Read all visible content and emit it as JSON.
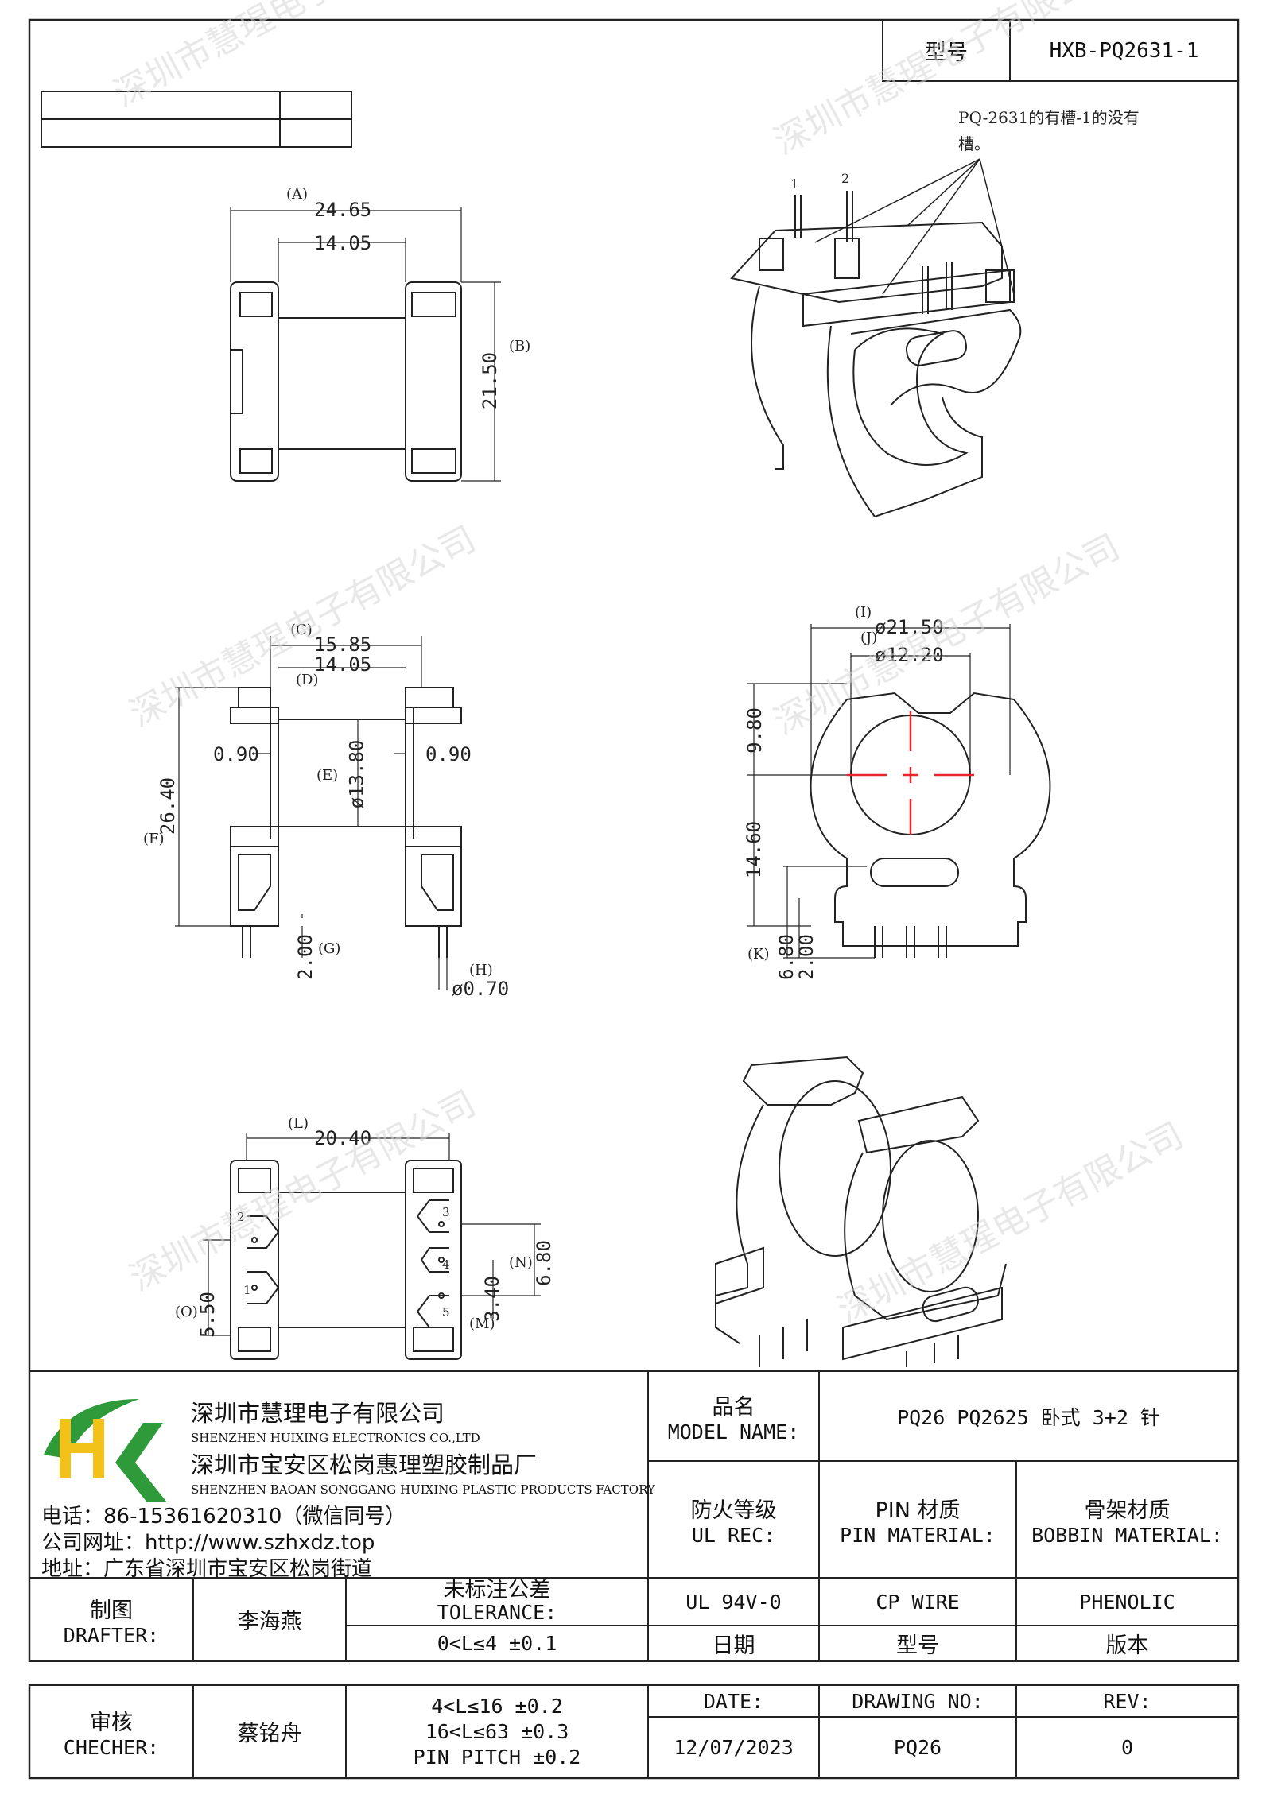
{
  "header": {
    "type_label": "型号",
    "type_value": "HXB-PQ2631-1"
  },
  "note": {
    "line1": "PQ-2631的有槽-1的没有",
    "line2": "槽。"
  },
  "dims": {
    "A": "(A)",
    "A_val": "24.65",
    "d1": "14.05",
    "B": "(B)",
    "B_val": "21.50",
    "C": "(C)",
    "C_val": "15.85",
    "D": "(D)",
    "D_val": "14.05",
    "left_090": "0.90",
    "right_090": "0.90",
    "E": "(E)",
    "E_val": "ø13.80",
    "F": "(F)",
    "F_val": "26.40",
    "G": "(G)",
    "G_val": "2.00",
    "H": "(H)",
    "H_val": "ø0.70",
    "I": "(I)",
    "I_val": "ø21.50",
    "J": "(J)",
    "J_val": "ø12.20",
    "v980": "9.80",
    "v1460": "14.60",
    "K": "(K)",
    "K_val1": "6.80",
    "K_val2": "2.00",
    "L": "(L)",
    "L_val": "20.40",
    "O": "(O)",
    "O_val": "5.50",
    "N": "(N)",
    "N_val": "6.80",
    "M": "(M)",
    "M_val": "3.40",
    "pin1": "1",
    "pin2": "2",
    "pin3": "3",
    "pin4": "4",
    "pin5": "5",
    "iso_pin1": "1",
    "iso_pin2": "2"
  },
  "company": {
    "name_cn": "深圳市慧理电子有限公司",
    "name_en": "SHENZHEN HUIXING ELECTRONICS CO.,LTD",
    "factory_cn": "深圳市宝安区松岗惠理塑胶制品厂",
    "factory_en": "SHENZHEN BAOAN SONGGANG HUIXING PLASTIC PRODUCTS FACTORY",
    "phone": "电话：86-15361620310（微信同号）",
    "website": "公司网址：http://www.szhxdz.top",
    "address": "地址：广东省深圳市宝安区松岗街道",
    "logo_letters": "HX"
  },
  "title_block": {
    "model_label_cn": "品名",
    "model_label_en": "MODEL NAME:",
    "model_value": "PQ26 PQ2625 卧式 3+2 针",
    "fire_cn": "防火等级",
    "fire_en": "UL REC:",
    "pin_cn": "PIN 材质",
    "pin_en": "PIN MATERIAL:",
    "bobbin_cn": "骨架材质",
    "bobbin_en": "BOBBIN MATERIAL:",
    "drafter_cn": "制图",
    "drafter_en": "DRAFTER:",
    "drafter_name": "李海燕",
    "tol_cn": "未标注公差",
    "tol_en": "TOLERANCE:",
    "tol1": "0<L≤4  ±0.1",
    "ul_value": "UL 94V-0",
    "pin_value": "CP WIRE",
    "bobbin_value": "PHENOLIC",
    "date_cn": "日期",
    "type_cn": "型号",
    "rev_cn": "版本",
    "checker_cn": "审核",
    "checker_en": "CHECHER:",
    "checker_name": "蔡铭舟",
    "tol2": "4<L≤16 ±0.2",
    "tol3": "16<L≤63 ±0.3",
    "tol4": "PIN PITCH ±0.2",
    "date_en": "DATE:",
    "drawing_en": "DRAWING NO:",
    "rev_en": "REV:",
    "date_value": "12/07/2023",
    "drawing_value": "PQ26",
    "rev_value": "0"
  },
  "watermark": "深圳市慧瑆电子有限公司",
  "colors": {
    "line": "#222222",
    "red": "#e8262b",
    "logo_green": "#2e9a3a",
    "logo_yellow": "#f2c21a",
    "watermark": "#d6d6d6"
  }
}
